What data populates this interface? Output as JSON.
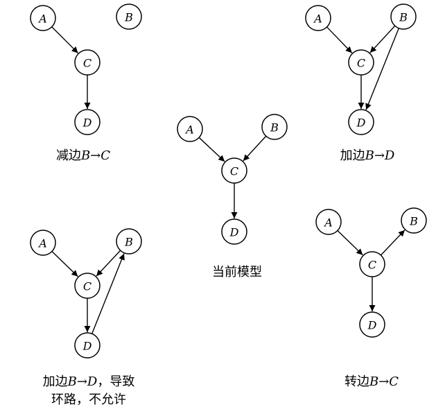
{
  "panels": [
    {
      "id": "remove-edge",
      "caption_line1": [
        "减边",
        "B→C"
      ],
      "caption_line2": "",
      "nodes": {
        "A": "A",
        "B": "B",
        "C": "C",
        "D": "D"
      },
      "edges": [
        [
          "A",
          "C"
        ],
        [
          "C",
          "D"
        ]
      ]
    },
    {
      "id": "current-model",
      "caption_line1": [
        "当前模型",
        ""
      ],
      "caption_line2": "",
      "nodes": {
        "A": "A",
        "B": "B",
        "C": "C",
        "D": "D"
      },
      "edges": [
        [
          "A",
          "C"
        ],
        [
          "B",
          "C"
        ],
        [
          "C",
          "D"
        ]
      ]
    },
    {
      "id": "add-edge",
      "caption_line1": [
        "加边",
        "B→D"
      ],
      "caption_line2": "",
      "nodes": {
        "A": "A",
        "B": "B",
        "C": "C",
        "D": "D"
      },
      "edges": [
        [
          "A",
          "C"
        ],
        [
          "B",
          "C"
        ],
        [
          "C",
          "D"
        ],
        [
          "B",
          "D"
        ]
      ]
    },
    {
      "id": "add-edge-cycle",
      "caption_line1": [
        "加边",
        "B→D",
        "，导致"
      ],
      "caption_line2": "环路，不允许",
      "nodes": {
        "A": "A",
        "B": "B",
        "C": "C",
        "D": "D"
      },
      "edges": [
        [
          "A",
          "C"
        ],
        [
          "B",
          "C"
        ],
        [
          "C",
          "D"
        ],
        [
          "D",
          "B"
        ]
      ]
    },
    {
      "id": "reverse-edge",
      "caption_line1": [
        "转边",
        "B→C"
      ],
      "caption_line2": "",
      "nodes": {
        "A": "A",
        "B": "B",
        "C": "C",
        "D": "D"
      },
      "edges": [
        [
          "A",
          "C"
        ],
        [
          "C",
          "B"
        ],
        [
          "C",
          "D"
        ]
      ]
    }
  ]
}
